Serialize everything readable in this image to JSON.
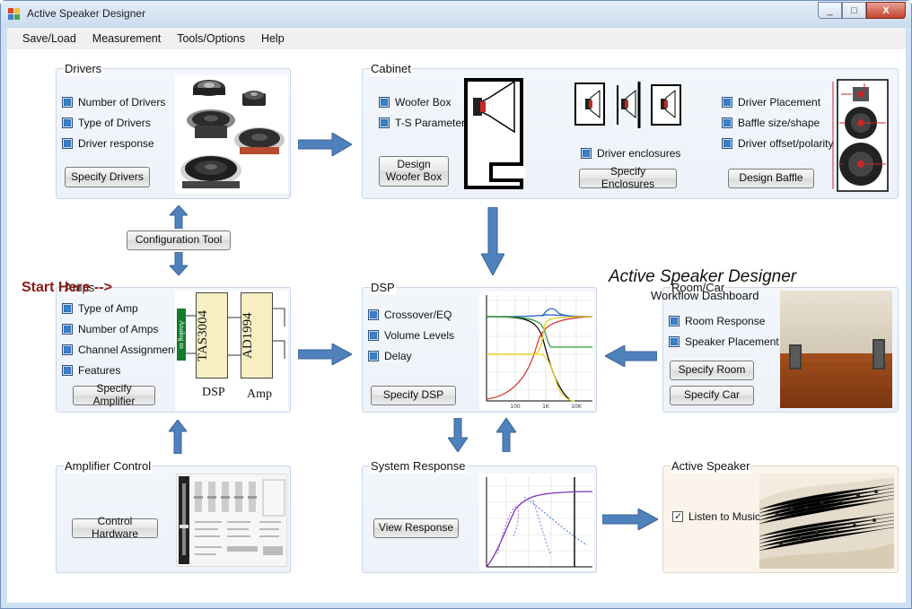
{
  "window": {
    "title": "Active Speaker Designer",
    "controls": [
      "_",
      "□",
      "X"
    ]
  },
  "menu": [
    "Save/Load",
    "Measurement",
    "Tools/Options",
    "Help"
  ],
  "start_here": "Start Here -->",
  "config_button": "Configuration Tool",
  "dashboard": {
    "title": "Active Speaker Designer",
    "subtitle": "Workflow Dashboard"
  },
  "drivers": {
    "title": "Drivers",
    "items": [
      "Number of Drivers",
      "Type of Drivers",
      "Driver response"
    ],
    "button": "Specify Drivers"
  },
  "cabinet": {
    "title": "Cabinet",
    "items": [
      "Woofer Box",
      "T-S Parameters"
    ],
    "design_button_line1": "Design",
    "design_button_line2": "Woofer Box",
    "enclosures_item": "Driver enclosures",
    "enclosures_button": "Specify Enclosures",
    "baffle_items": [
      "Driver Placement",
      "Baffle size/shape",
      "Driver offset/polarity"
    ],
    "baffle_button": "Design Baffle"
  },
  "amps": {
    "title": "Amps",
    "items": [
      "Type of Amp",
      "Number of Amps",
      "Channel Assignments",
      "Features"
    ],
    "button": "Specify Amplifier",
    "diagram": {
      "input_label": "Analog in",
      "chip1": "TAS3004",
      "chip2": "AD1994",
      "label1": "DSP",
      "label2": "Amp"
    }
  },
  "dsp": {
    "title": "DSP",
    "items": [
      "Crossover/EQ",
      "Volume Levels",
      "Delay"
    ],
    "button": "Specify DSP",
    "plot_ticks": [
      "100",
      "1K",
      "10K"
    ]
  },
  "room": {
    "title": "Room/Car",
    "items": [
      "Room Response",
      "Speaker Placement"
    ],
    "room_button": "Specify Room",
    "car_button": "Specify Car"
  },
  "amp_control": {
    "title": "Amplifier Control",
    "button": "Control Hardware"
  },
  "system": {
    "title": "System Response",
    "button": "View Response"
  },
  "active": {
    "title": "Active Speaker",
    "item": "Listen to Music"
  },
  "colors": {
    "accent_arrow": "#4f81bd",
    "start_here": "#8b1a1a",
    "panel_border": "#c9d6e6"
  }
}
